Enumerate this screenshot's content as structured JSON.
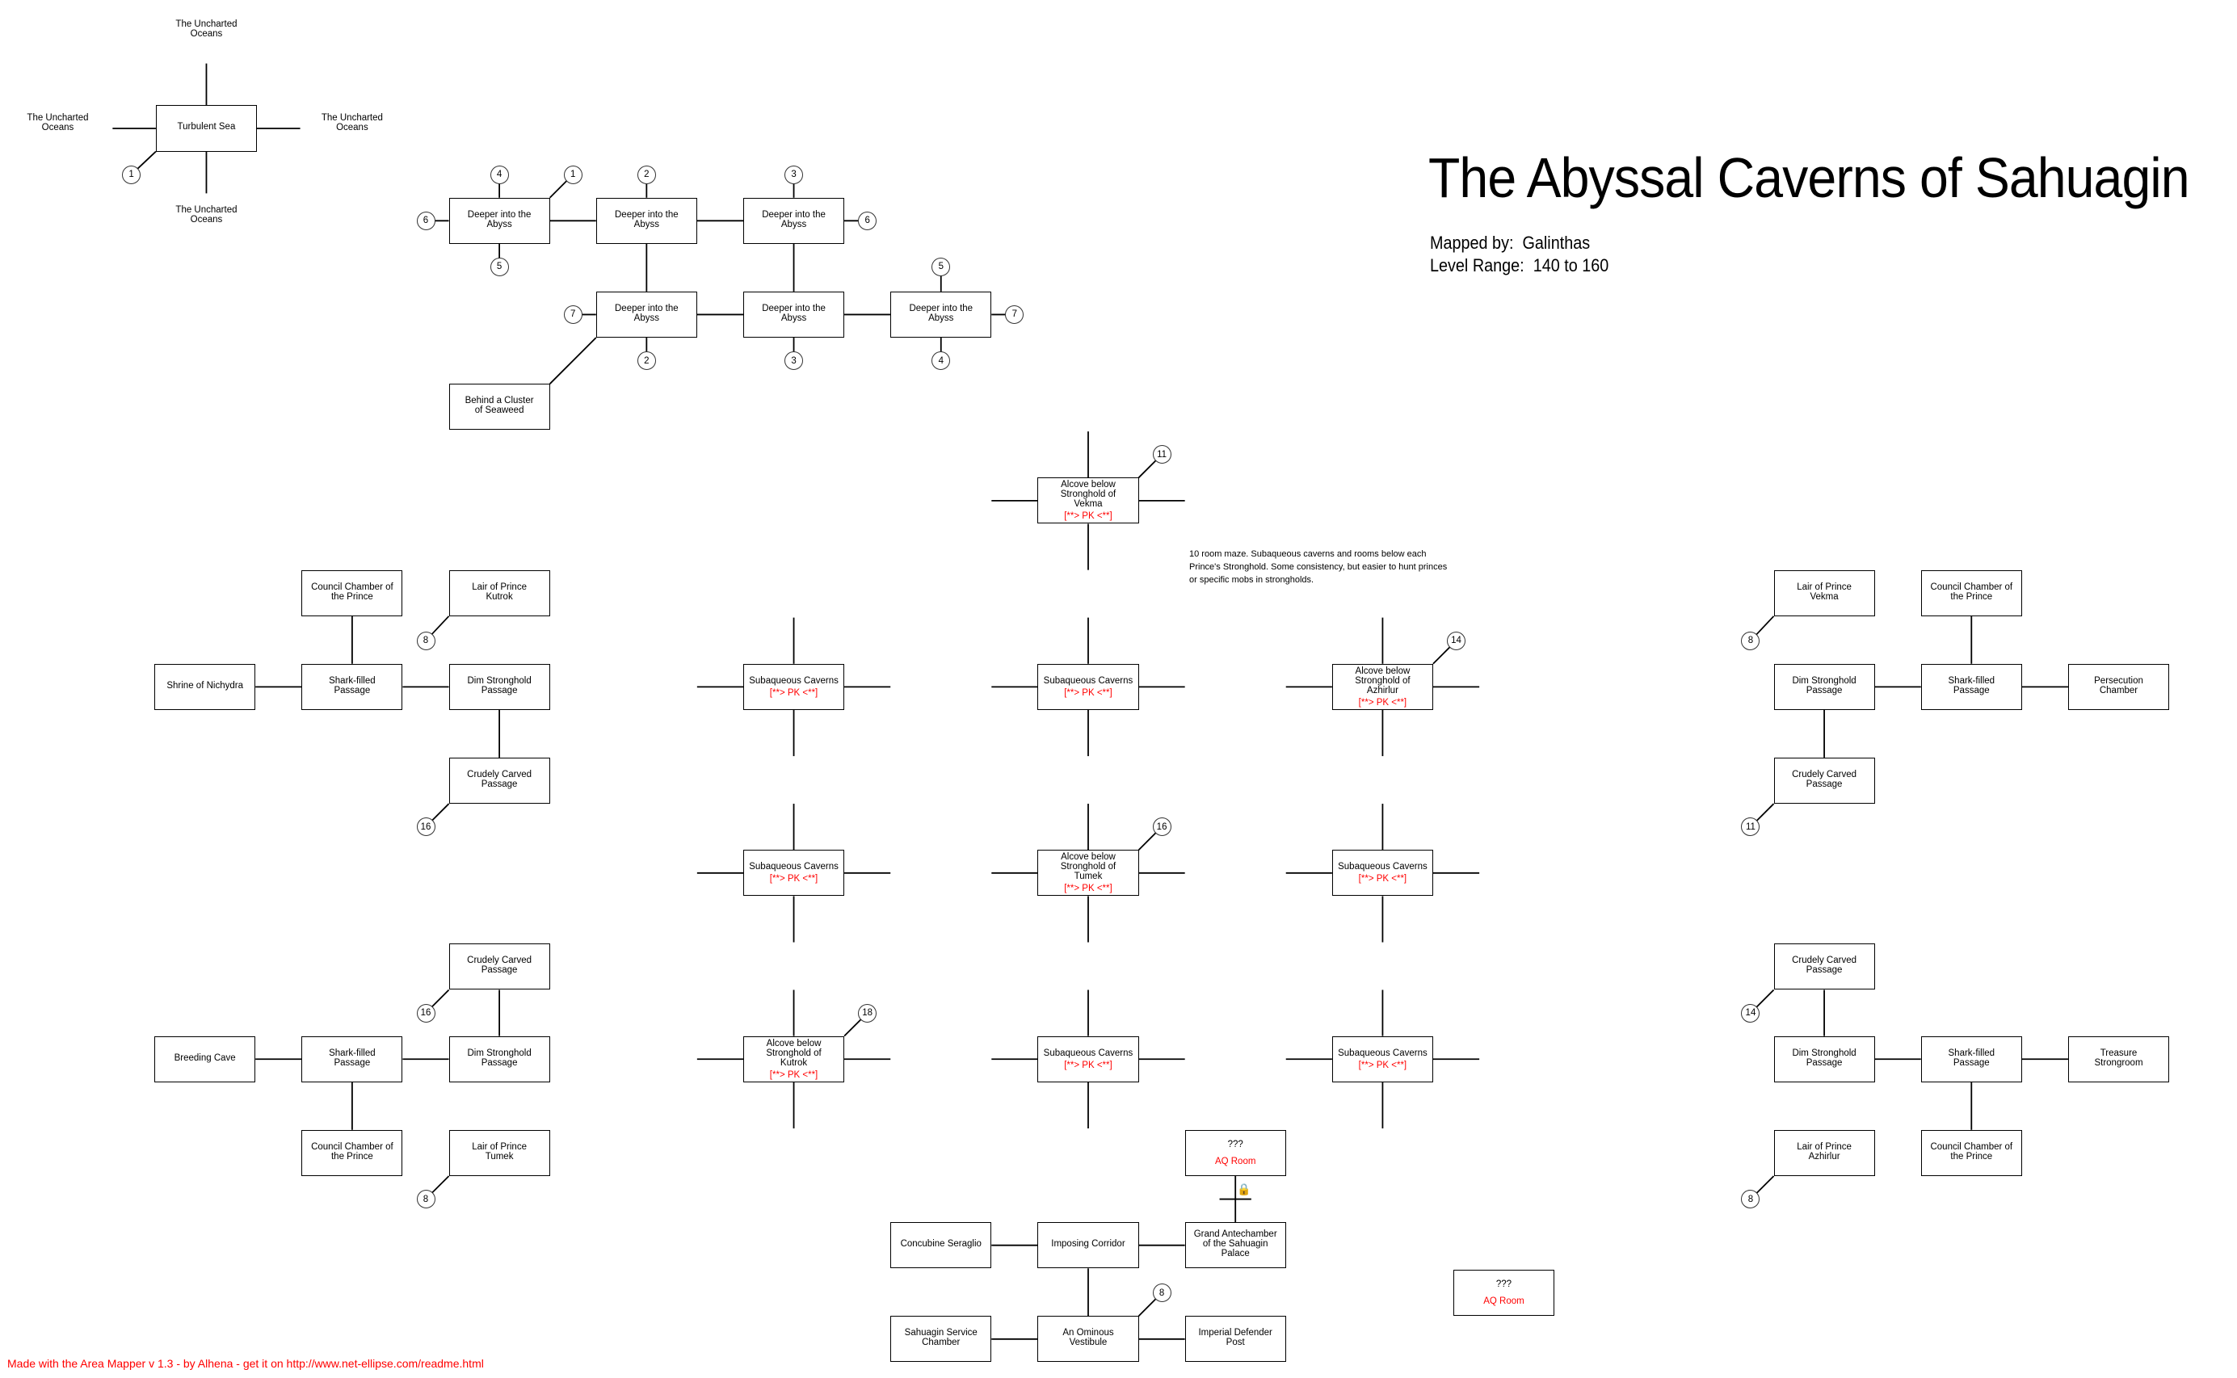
{
  "title": "The Abyssal Caverns of Sahuagin",
  "mapped_by": {
    "label": "Mapped by:",
    "value": "Galinthas"
  },
  "level_range": {
    "label": "Level Range:",
    "value": "140 to 160"
  },
  "note": [
    "10 room maze.  Subaqueous caverns and rooms below each",
    "Prince's Stronghold.  Some consistency, but easier to hunt princes",
    "or specific mobs in strongholds."
  ],
  "footer": "Made with the Area Mapper v 1.3 - by Alhena - get it on http://www.net-ellipse.com/readme.html",
  "exits": [
    "The Uncharted\nOceans",
    "The Uncharted\nOceans",
    "The Uncharted\nOceans",
    "The Uncharted\nOceans"
  ],
  "rooms": [
    {
      "name": "Turbulent Sea"
    },
    {
      "name": "Deeper into the\nAbyss"
    },
    {
      "name": "Deeper into the\nAbyss"
    },
    {
      "name": "Deeper into the\nAbyss"
    },
    {
      "name": "Deeper into the\nAbyss"
    },
    {
      "name": "Deeper into the\nAbyss"
    },
    {
      "name": "Deeper into the\nAbyss"
    },
    {
      "name": "Behind a Cluster\nof Seaweed"
    },
    {
      "name": "Alcove below\nStronghold of\nVekma",
      "tag": "[**> PK <**]"
    },
    {
      "name": "Council Chamber of\nthe Prince"
    },
    {
      "name": "Lair of Prince\nKutrok"
    },
    {
      "name": "Shrine of Nichydra"
    },
    {
      "name": "Shark-filled\nPassage"
    },
    {
      "name": "Dim Stronghold\nPassage"
    },
    {
      "name": "Crudely Carved\nPassage"
    },
    {
      "name": "Subaqueous Caverns",
      "tag": "[**> PK <**]"
    },
    {
      "name": "Subaqueous Caverns",
      "tag": "[**> PK <**]"
    },
    {
      "name": "Alcove below\nStronghold of\nAzhirlur",
      "tag": "[**> PK <**]"
    },
    {
      "name": "Subaqueous Caverns",
      "tag": "[**> PK <**]"
    },
    {
      "name": "Alcove below\nStronghold of\nTumek",
      "tag": "[**> PK <**]"
    },
    {
      "name": "Subaqueous Caverns",
      "tag": "[**> PK <**]"
    },
    {
      "name": "Alcove below\nStronghold of\nKutrok",
      "tag": "[**> PK <**]"
    },
    {
      "name": "Subaqueous Caverns",
      "tag": "[**> PK <**]"
    },
    {
      "name": "Subaqueous Caverns",
      "tag": "[**> PK <**]"
    },
    {
      "name": "Crudely Carved\nPassage"
    },
    {
      "name": "Breeding Cave"
    },
    {
      "name": "Shark-filled\nPassage"
    },
    {
      "name": "Dim Stronghold\nPassage"
    },
    {
      "name": "Council Chamber of\nthe Prince"
    },
    {
      "name": "Lair of Prince\nTumek"
    },
    {
      "name": "Lair of Prince\nVekma"
    },
    {
      "name": "Council Chamber of\nthe Prince"
    },
    {
      "name": "Dim Stronghold\nPassage"
    },
    {
      "name": "Shark-filled\nPassage"
    },
    {
      "name": "Persecution\nChamber"
    },
    {
      "name": "Crudely Carved\nPassage"
    },
    {
      "name": "Crudely Carved\nPassage"
    },
    {
      "name": "Dim Stronghold\nPassage"
    },
    {
      "name": "Shark-filled\nPassage"
    },
    {
      "name": "Treasure\nStrongroom"
    },
    {
      "name": "Lair of Prince\nAzhirlur"
    },
    {
      "name": "Council Chamber of\nthe Prince"
    },
    {
      "name": "???",
      "tag": "AQ Room"
    },
    {
      "name": "Concubine Seraglio"
    },
    {
      "name": "Imposing Corridor"
    },
    {
      "name": "Grand Antechamber\nof the Sahuagin\nPalace"
    },
    {
      "name": "Sahuagin Service\nChamber"
    },
    {
      "name": "An Ominous\nVestibule"
    },
    {
      "name": "Imperial Defender\nPost"
    },
    {
      "name": "???",
      "tag": "AQ Room"
    }
  ],
  "markers": [
    "1",
    "4",
    "1",
    "6",
    "5",
    "2",
    "3",
    "6",
    "7",
    "2",
    "3",
    "5",
    "7",
    "4",
    "11",
    "8",
    "16",
    "14",
    "16",
    "18",
    "16",
    "8",
    "8",
    "11",
    "14",
    "8",
    "8"
  ],
  "lock_icon": "padlock",
  "colors": {
    "pk_tag": "#ff0000",
    "footer": "#ff0000"
  }
}
